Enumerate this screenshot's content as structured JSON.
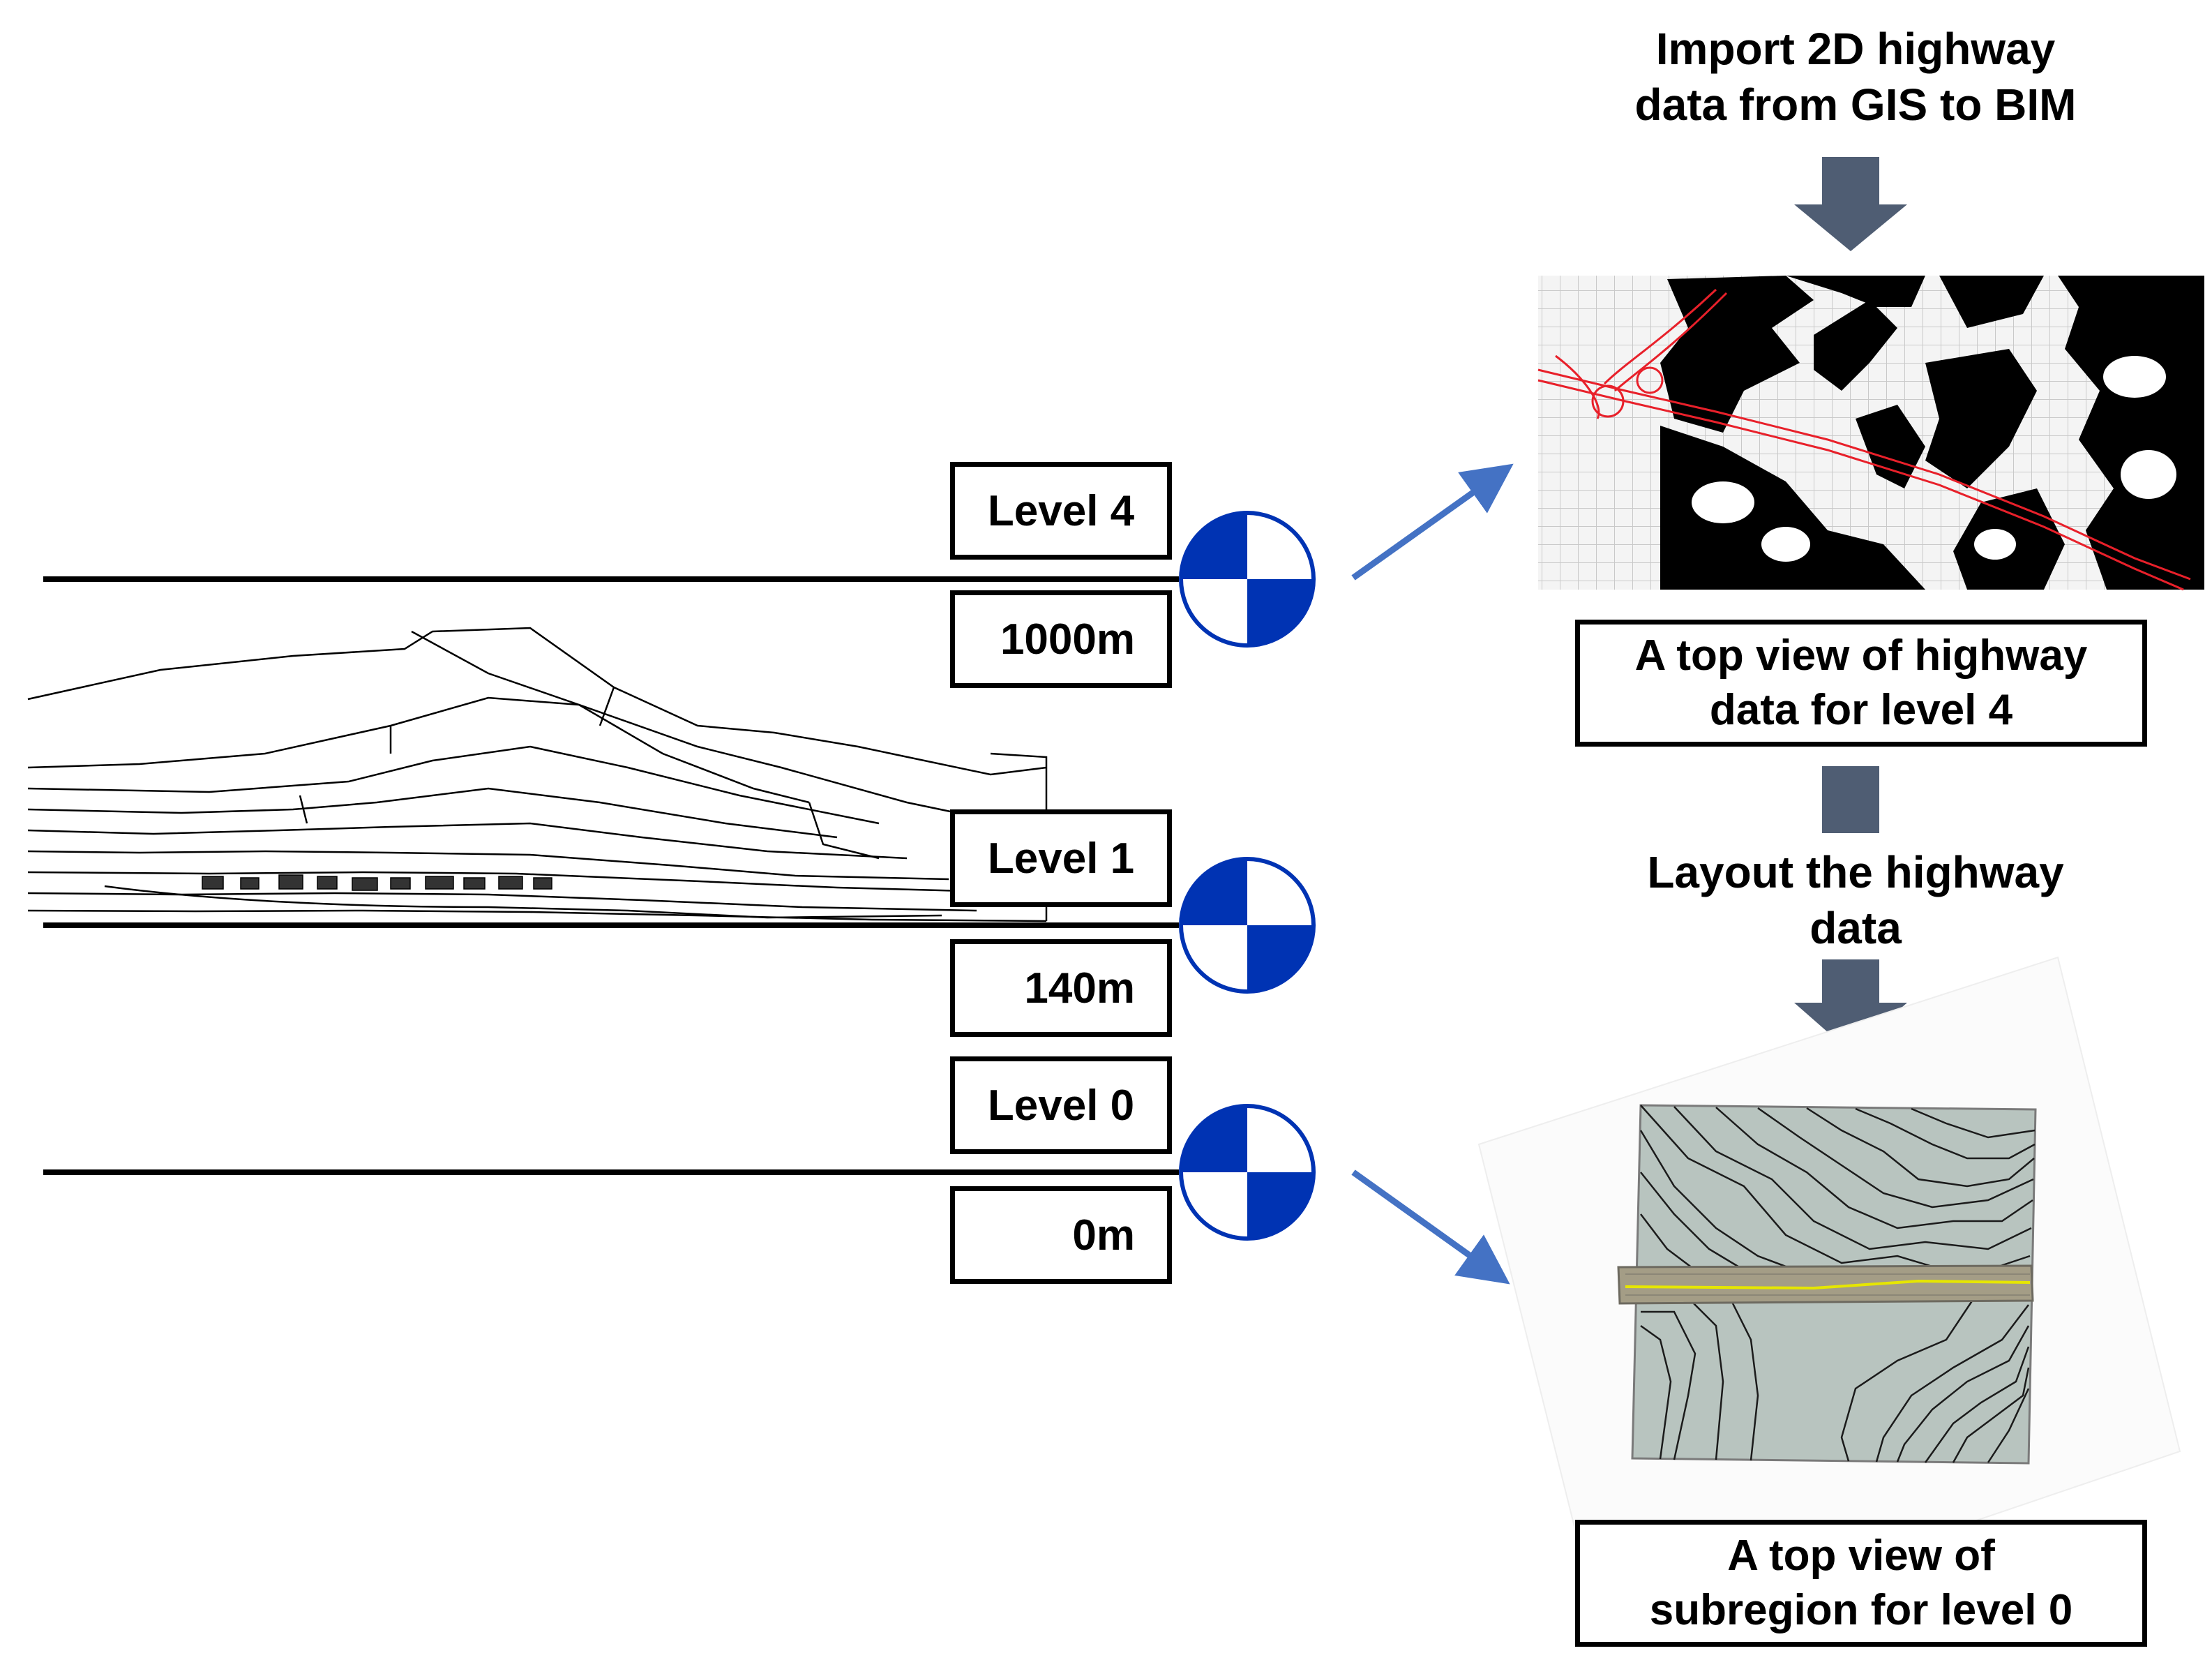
{
  "levels": [
    {
      "id": "level-4",
      "label": "Level 4",
      "elevation": "1000m"
    },
    {
      "id": "level-1",
      "label": "Level 1",
      "elevation": "140m"
    },
    {
      "id": "level-0",
      "label": "Level 0",
      "elevation": "0m"
    }
  ],
  "steps": {
    "import": {
      "line1": "Import 2D highway",
      "line2": "data from GIS to BIM"
    },
    "layout": {
      "line1": "Layout the highway",
      "line2": "data"
    }
  },
  "captions": {
    "top_view_level4": {
      "line1": "A top view of highway",
      "line2": "data for level 4"
    },
    "top_view_level0": {
      "line1": "A top view of",
      "line2": "subregion for level 0"
    }
  },
  "colors": {
    "level_marker_blue": "#0033b3",
    "flow_arrow": "#4f5d73",
    "pointer_arrow": "#4472c4",
    "highway_red": "#e8202a",
    "terrain_grey": "#b8c4bf",
    "road_band": "#a49d86",
    "road_centerline": "#e6e600"
  }
}
